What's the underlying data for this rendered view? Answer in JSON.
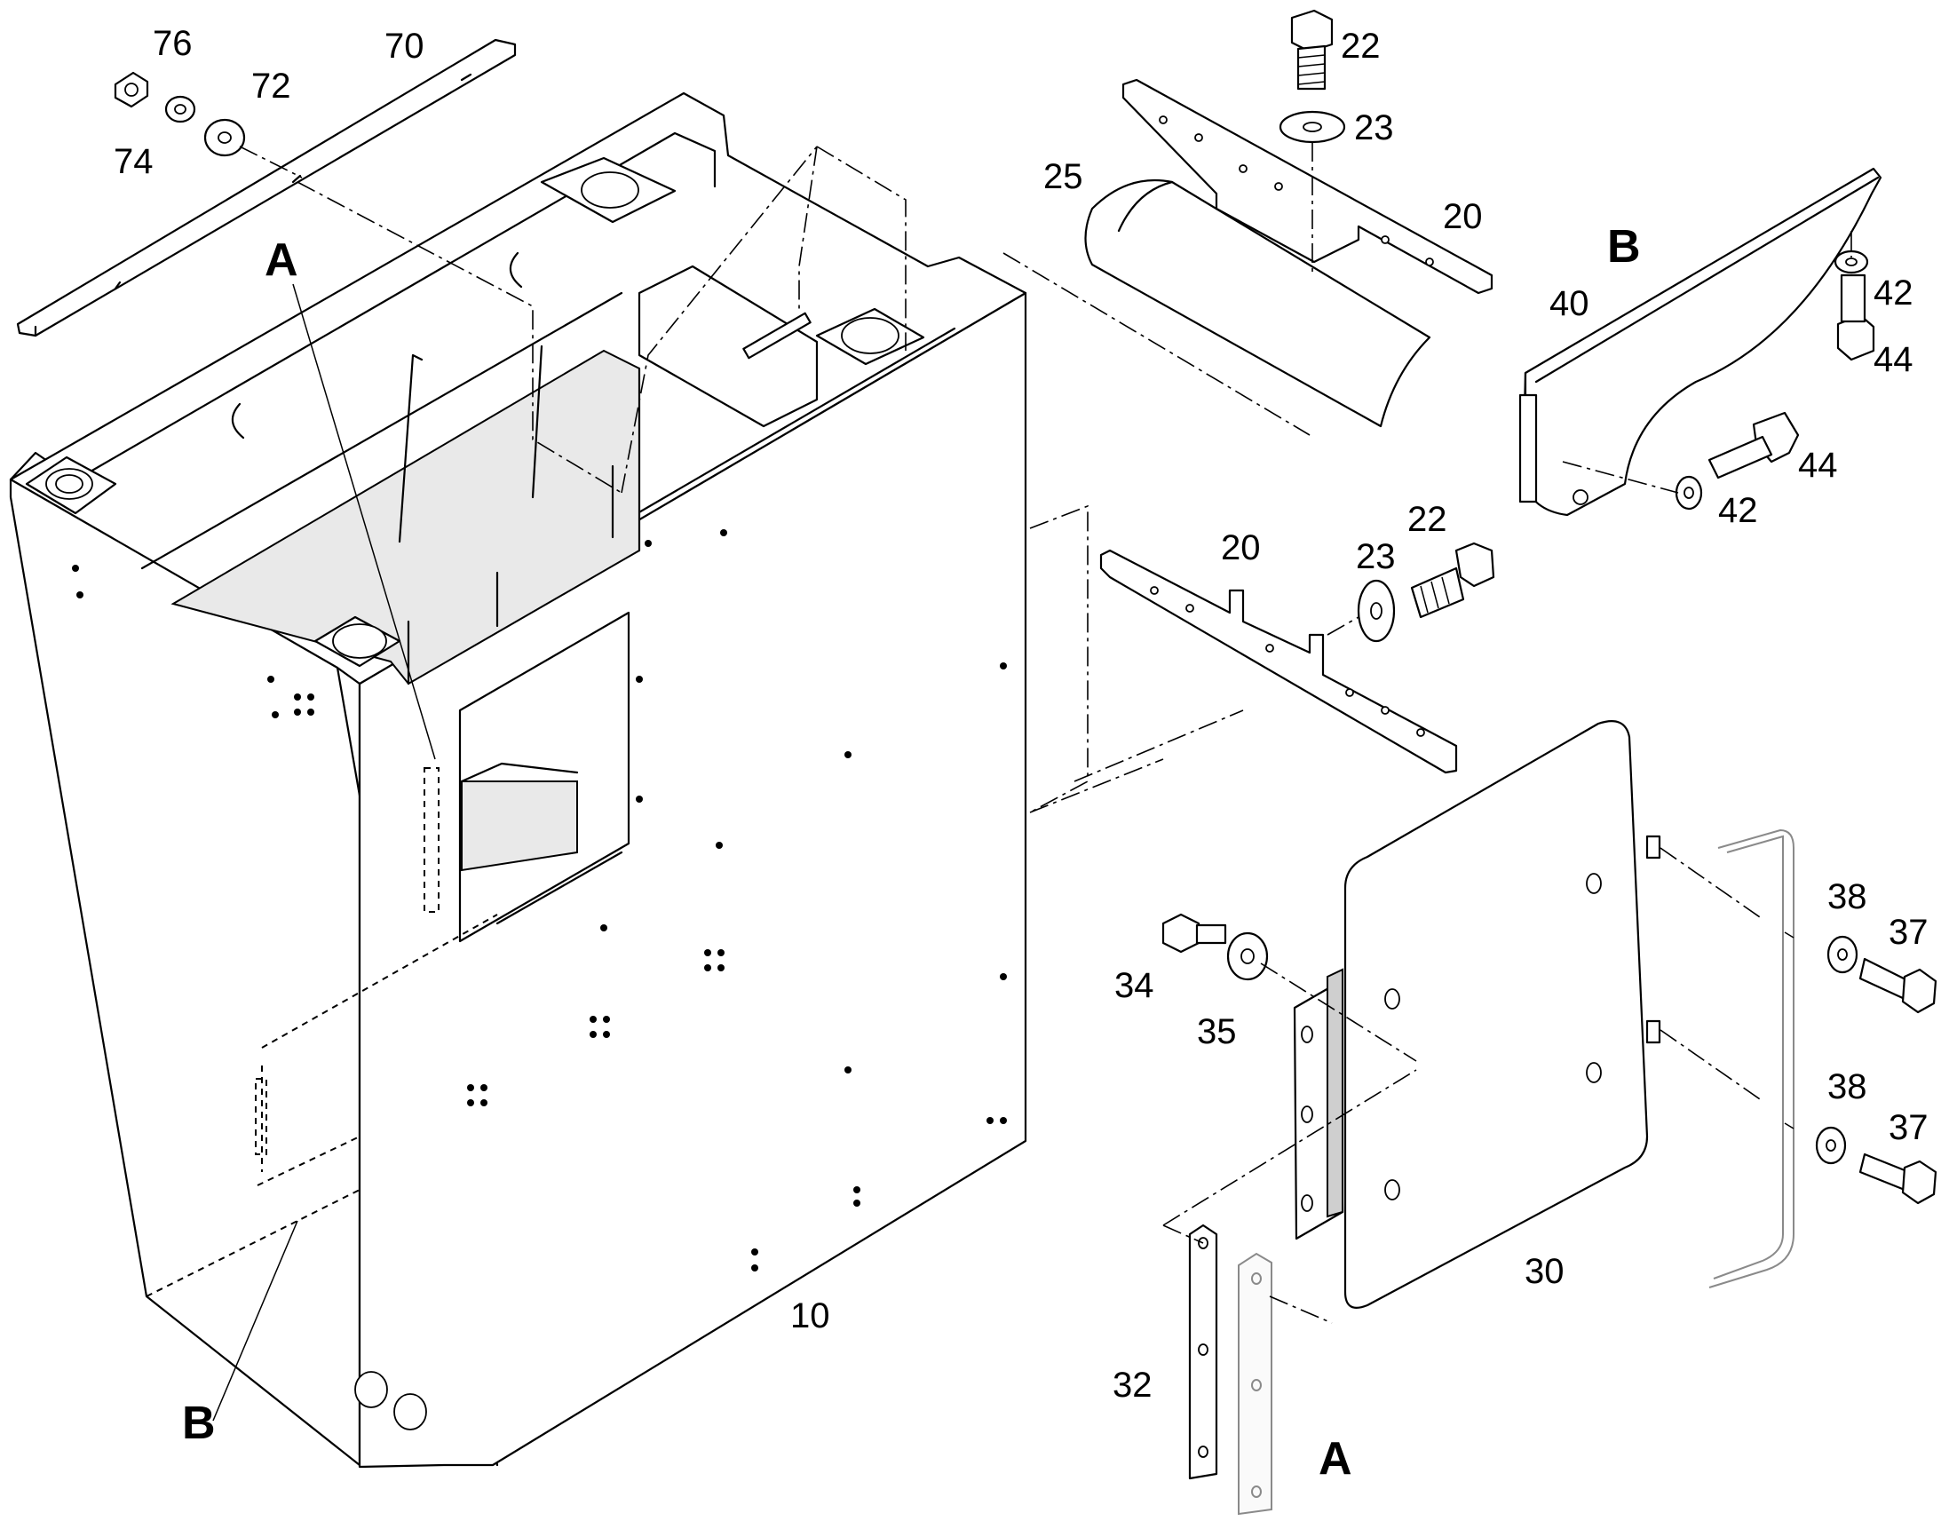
{
  "callouts": {
    "c10": "10",
    "c20a": "20",
    "c20b": "20",
    "c22a": "22",
    "c22b": "22",
    "c23a": "23",
    "c23b": "23",
    "c25": "25",
    "c30": "30",
    "c32": "32",
    "c34": "34",
    "c35": "35",
    "c37a": "37",
    "c37b": "37",
    "c38a": "38",
    "c38b": "38",
    "c40": "40",
    "c42a": "42",
    "c42b": "42",
    "c44a": "44",
    "c44b": "44",
    "c70": "70",
    "c72": "72",
    "c74": "74",
    "c76": "76"
  },
  "views": {
    "a_top": "A",
    "b_bottom": "B",
    "b_detail": "B",
    "a_detail": "A"
  }
}
